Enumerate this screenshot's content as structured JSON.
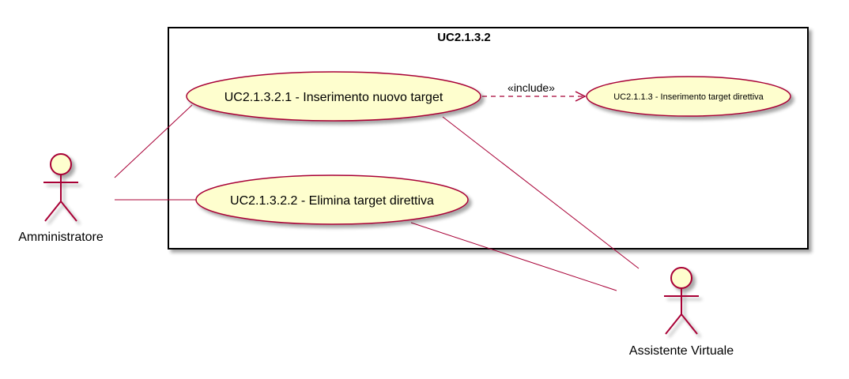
{
  "diagram": {
    "system": {
      "title": "UC2.1.3.2"
    },
    "use_cases": {
      "uc1": "UC2.1.3.2.1 - Inserimento nuovo target",
      "uc2": "UC2.1.3.2.2 - Elimina target direttiva",
      "uc3": "UC2.1.1.3 - Inserimento target direttiva"
    },
    "actors": {
      "admin": "Amministratore",
      "assistant": "Assistente Virtuale"
    },
    "relations": {
      "include_label": "«include»"
    },
    "colors": {
      "fill": "#FEFECE",
      "stroke": "#A80036",
      "frame": "#000000"
    }
  }
}
